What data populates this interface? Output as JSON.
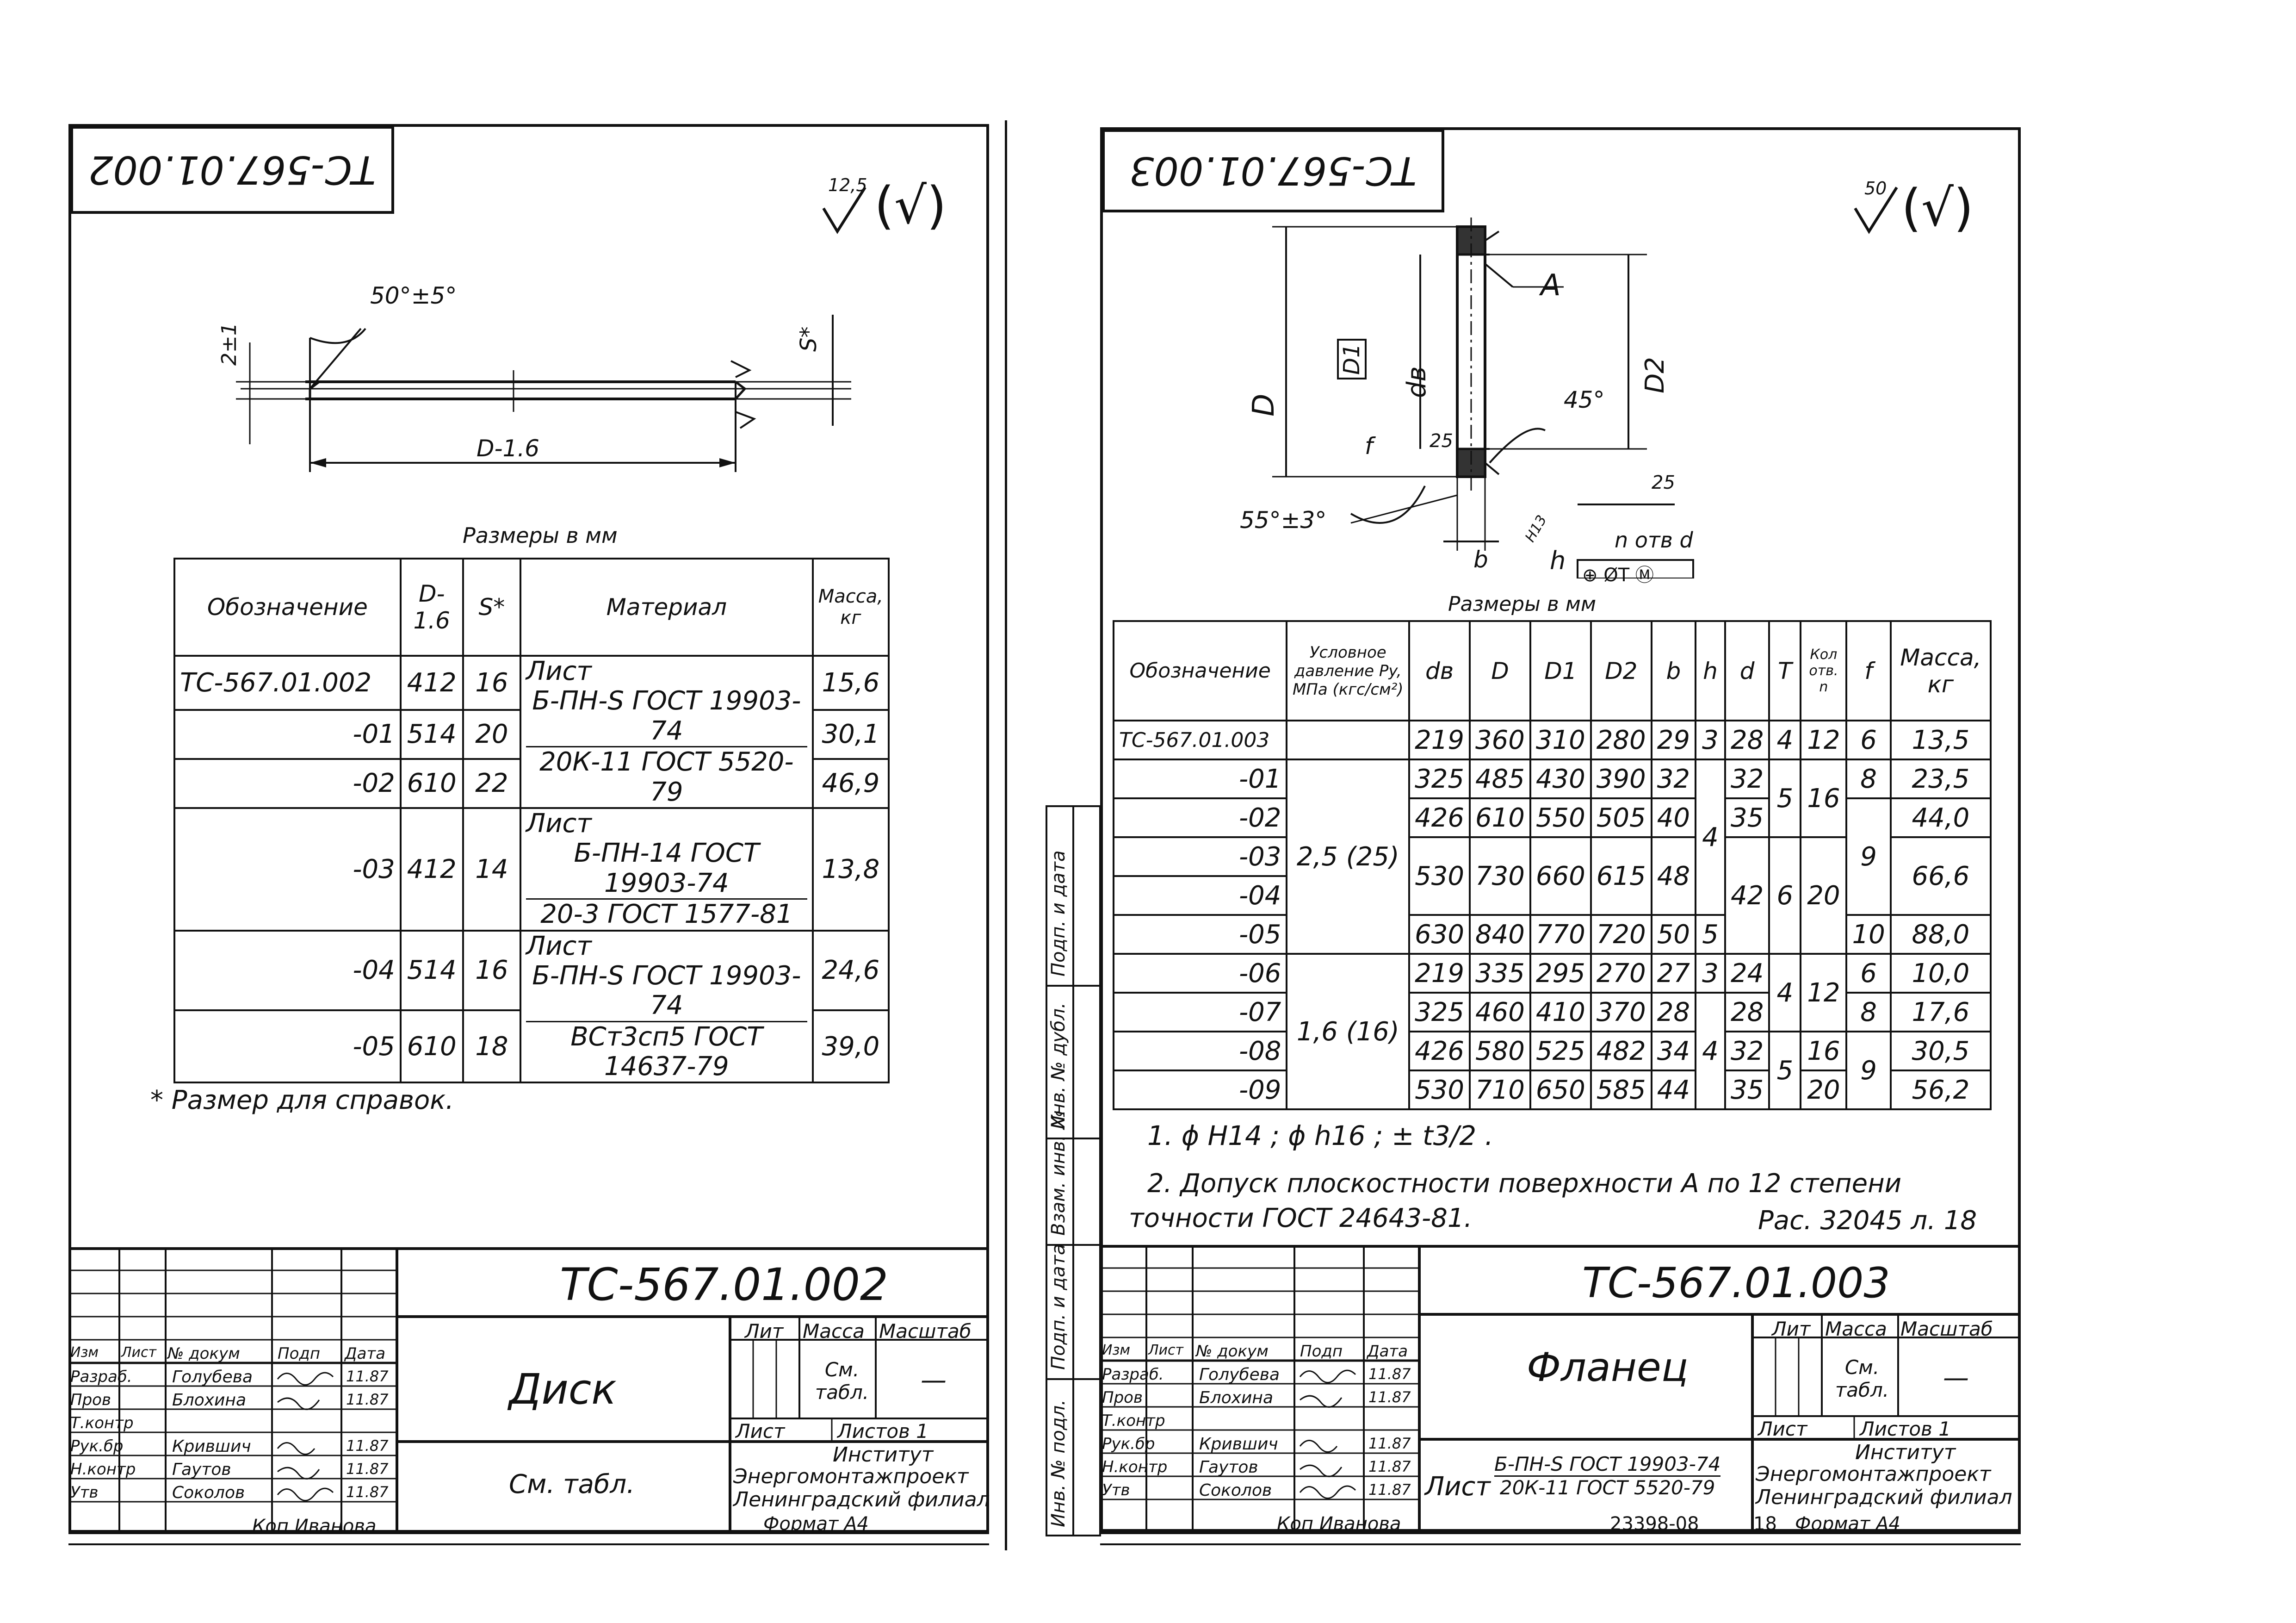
{
  "left_sheet": {
    "stamp_code": "ТС-567.01.002",
    "roughness_value": "12,5",
    "roughness_extra": "(√)",
    "drawing": {
      "angle_label": "50°±5°",
      "thickness_label": "2±1",
      "s_label": "S*",
      "d_label": "D-1.6"
    },
    "size_caption": "Размеры в мм",
    "table": {
      "headers": [
        "Обозначение",
        "D-1.6",
        "S*",
        "Материал",
        "Масса, кг"
      ],
      "rows": [
        {
          "designation": "ТС-567.01.002",
          "d": "412",
          "s": "16",
          "mass": "15,6"
        },
        {
          "designation": "-01",
          "d": "514",
          "s": "20",
          "mass": "30,1"
        },
        {
          "designation": "-02",
          "d": "610",
          "s": "22",
          "mass": "46,9"
        },
        {
          "designation": "-03",
          "d": "412",
          "s": "14",
          "mass": "13,8"
        },
        {
          "designation": "-04",
          "d": "514",
          "s": "16",
          "mass": "24,6"
        },
        {
          "designation": "-05",
          "d": "610",
          "s": "18",
          "mass": "39,0"
        }
      ],
      "materials": [
        {
          "word": "Лист",
          "top": "Б-ПН-S ГОСТ 19903-74",
          "bottom": "20К-11 ГОСТ 5520-79"
        },
        {
          "word": "Лист",
          "top": "Б-ПН-14 ГОСТ 19903-74",
          "bottom": "20-3 ГОСТ 1577-81"
        },
        {
          "word": "Лист",
          "top": "Б-ПН-S ГОСТ 19903-74",
          "bottom": "ВСт3сп5 ГОСТ 14637-79"
        }
      ]
    },
    "note": "* Размер для справок.",
    "title_block": {
      "code": "ТС-567.01.002",
      "name": "Диск",
      "material": "См. табл.",
      "col_heads": [
        "Изм",
        "Лист",
        "№ докум",
        "Подп",
        "Дата"
      ],
      "roles": [
        "Разраб.",
        "Пров",
        "Т.контр",
        "Рук.бр",
        "Н.контр",
        "Утв"
      ],
      "people": [
        "Голубева",
        "Блохина",
        "",
        "Крившич",
        "Гаутов",
        "Соколов"
      ],
      "dates": [
        "11.87",
        "11.87",
        "",
        "11.87",
        "11.87",
        "11.87"
      ],
      "lit": "Лит",
      "mass_head": "Масса",
      "scale_head": "Масштаб",
      "mass_value": "См. табл.",
      "scale_value": "—",
      "sheet": "Лист",
      "sheets": "Листов 1",
      "org1": "Институт",
      "org2": "Энергомонтажпроект",
      "org3": "Ленинградский филиал",
      "copied": "Коп Иванова",
      "format": "Формат А4"
    }
  },
  "right_sheet": {
    "stamp_code": "ТС-567.01.003",
    "roughness_value": "50",
    "roughness_extra": "(√)",
    "drawing": {
      "label_a": "A",
      "label_d": "D",
      "label_d1": "D1",
      "label_dv": "dв",
      "label_d2": "D2",
      "angle45": "45°",
      "angle55": "55°±3°",
      "rough25a": "25",
      "rough25b": "25",
      "label_f": "f",
      "label_b": "b",
      "label_h": "h",
      "label_holes": "n отв d",
      "label_tol": "⊕ ØT Ⓜ",
      "label_h13": "H13"
    },
    "size_caption": "Размеры в мм",
    "table": {
      "headers": [
        "Обозначение",
        "Условное давление Py, МПа (кгс/см²)",
        "dв",
        "D",
        "D1",
        "D2",
        "b",
        "h",
        "d",
        "T",
        "Кол отв. n",
        "f",
        "Масса, кг"
      ],
      "rows": [
        {
          "designation": "ТС-567.01.003",
          "dv": "219",
          "D": "360",
          "D1": "310",
          "D2": "280",
          "b": "29",
          "mass": "13,5"
        },
        {
          "designation": "-01",
          "dv": "325",
          "D": "485",
          "D1": "430",
          "D2": "390",
          "b": "32",
          "mass": "23,5"
        },
        {
          "designation": "-02",
          "dv": "426",
          "D": "610",
          "D1": "550",
          "D2": "505",
          "b": "40",
          "mass": "44,0"
        },
        {
          "designation": "-03",
          "dv": "530",
          "D": "730",
          "D1": "660",
          "D2": "615",
          "b": "48",
          "mass": "66,6"
        },
        {
          "designation": "-04",
          "dv": "",
          "D": "",
          "D1": "",
          "D2": "",
          "b": "",
          "mass": ""
        },
        {
          "designation": "-05",
          "dv": "630",
          "D": "840",
          "D1": "770",
          "D2": "720",
          "b": "50",
          "mass": "88,0"
        },
        {
          "designation": "-06",
          "dv": "219",
          "D": "335",
          "D1": "295",
          "D2": "270",
          "b": "27",
          "mass": "10,0"
        },
        {
          "designation": "-07",
          "dv": "325",
          "D": "460",
          "D1": "410",
          "D2": "370",
          "b": "28",
          "mass": "17,6"
        },
        {
          "designation": "-08",
          "dv": "426",
          "D": "580",
          "D1": "525",
          "D2": "482",
          "b": "34",
          "mass": "30,5"
        },
        {
          "designation": "-09",
          "dv": "530",
          "D": "710",
          "D1": "650",
          "D2": "585",
          "b": "44",
          "mass": "56,2"
        }
      ],
      "pressure1": "2,5 (25)",
      "pressure2": "1,6 (16)",
      "merged": {
        "h_3a": "3",
        "h_4a": "4",
        "h_5": "5",
        "h_3b": "3",
        "h_4b": "4",
        "d_28": "28",
        "d_32": "32",
        "d_35": "35",
        "d_42": "42",
        "d_24": "24",
        "d_28b": "28",
        "d_32b": "32",
        "d_35b": "35",
        "T_4": "4",
        "T_5": "5",
        "T_6": "6",
        "T_4b": "4",
        "T_5b": "5",
        "n_12": "12",
        "n_16": "16",
        "n_20": "20",
        "n_12b": "12",
        "n_16b": "16",
        "n_20b": "20",
        "f_6": "6",
        "f_8": "8",
        "f_9": "9",
        "f_10": "10",
        "f_6b": "6",
        "f_8b": "8",
        "f_9b": "9"
      }
    },
    "notes": {
      "n1": "1. ϕ H14 ; ϕ h16 ; ± t3/2 .",
      "n2a": "2. Допуск плоскостности поверхности А по 12 степени",
      "n2b": "точности ГОСТ 24643-81.",
      "ref": "Рас. 32045 л. 18"
    },
    "side_labels": [
      "Подп. и дата",
      "Инв. № дубл.",
      "Взам. инв. №",
      "Подп. и дата",
      "Инв. № подл."
    ],
    "title_block": {
      "code": "ТС-567.01.003",
      "name": "Фланец",
      "material_word": "Лист",
      "material_top": "Б-ПН-S ГОСТ 19903-74",
      "material_bottom": "20К-11 ГОСТ 5520-79",
      "col_heads": [
        "Изм",
        "Лист",
        "№ докум",
        "Подп",
        "Дата"
      ],
      "roles": [
        "Разраб.",
        "Пров",
        "Т.контр",
        "Рук.бр",
        "Н.контр",
        "Утв"
      ],
      "people": [
        "Голубева",
        "Блохина",
        "",
        "Крившич",
        "Гаутов",
        "Соколов"
      ],
      "dates": [
        "11.87",
        "11.87",
        "",
        "11.87",
        "11.87",
        "11.87"
      ],
      "lit": "Лит",
      "mass_head": "Масса",
      "scale_head": "Масштаб",
      "mass_value": "См. табл.",
      "scale_value": "—",
      "sheet": "Лист",
      "sheets": "Листов 1",
      "org1": "Институт",
      "org2": "Энергомонтажпроект",
      "org3": "Ленинградский филиал",
      "copied": "Коп Иванова",
      "archive": "23398-08",
      "page": "18",
      "format": "Формат А4"
    }
  }
}
